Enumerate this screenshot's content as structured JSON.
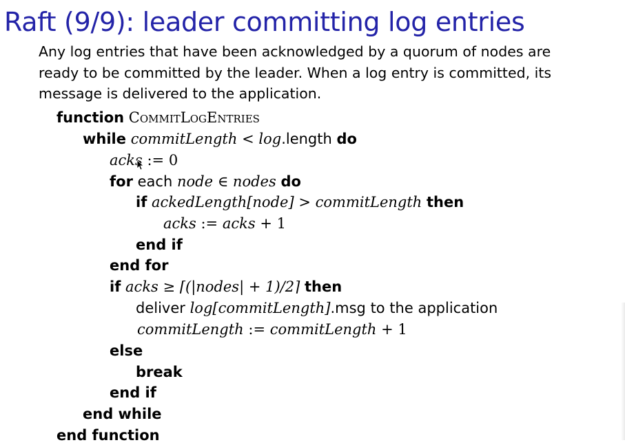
{
  "slide": {
    "title": "Raft (9/9): leader committing log entries",
    "intro": "Any log entries that have been acknowledged by a quorum of nodes are ready to be committed by the leader. When a log entry is committed, its message is delivered to the application."
  },
  "algorithm": {
    "kw_function": "function",
    "func_name": "CommitLogEntries",
    "kw_while": "while",
    "while_lhs": "commitLength",
    "lt": "<",
    "log_var": "log",
    "length_prop": ".length",
    "kw_do": "do",
    "acks_var": "acks",
    "assign_zero": ":= 0",
    "kw_for": "for",
    "each_text": "each",
    "node_var": "node",
    "in_sym": "∈",
    "nodes_var": "nodes",
    "kw_do2": "do",
    "kw_if": "if",
    "acked_expr": "ackedLength[node]",
    "gt": ">",
    "commit_var": "commitLength",
    "kw_then": "then",
    "acks_inc_lhs": "acks",
    "acks_inc_op": ":=",
    "acks_inc_rhs": "acks",
    "plus_one": "+ 1",
    "kw_end_if": "end if",
    "kw_end_for": "end for",
    "kw_if2": "if",
    "acks_var2": "acks",
    "geq": "≥",
    "quorum_expr": "⌈(|nodes| + 1)/2⌉",
    "kw_then2": "then",
    "deliver_text": "deliver",
    "log_index": "log[commitLength]",
    "deliver_rest": ".msg to the application",
    "commit_lhs": "commitLength",
    "commit_op": ":=",
    "commit_rhs": "commitLength",
    "plus_one2": "+ 1",
    "kw_else": "else",
    "kw_break": "break",
    "kw_end_if2": "end if",
    "kw_end_while": "end while",
    "kw_end_function": "end function"
  }
}
